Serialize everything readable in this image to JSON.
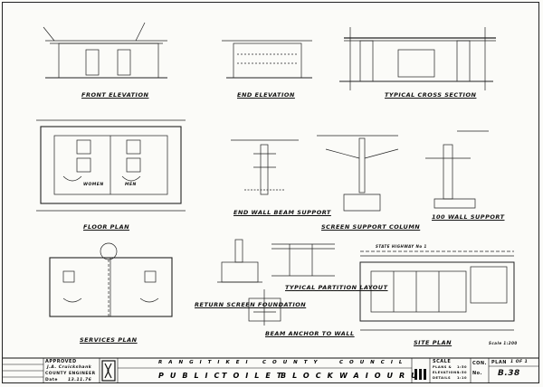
{
  "views": {
    "front_elevation": "FRONT ELEVATION",
    "end_elevation": "END ELEVATION",
    "typical_cross_section": "TYPICAL CROSS SECTION",
    "floor_plan": "FLOOR PLAN",
    "end_wall_beam_support": "END WALL BEAM SUPPORT",
    "screen_support_column": "SCREEN SUPPORT COLUMN",
    "wall_support": "100 WALL SUPPORT",
    "services_plan": "SERVICES PLAN",
    "return_screen_foundation": "RETURN SCREEN FOUNDATION",
    "typical_partition_layout": "TYPICAL PARTITION LAYOUT",
    "beam_anchor_to_wall": "BEAM ANCHOR TO WALL",
    "site_plan": "SITE PLAN"
  },
  "plan_labels": {
    "women": "WOMEN",
    "men": "MEN",
    "state_highway": "STATE HIGHWAY No 1",
    "site_scale": "Scale 1:200"
  },
  "title_block": {
    "approved": "APPROVED",
    "signature": "J.A. Cruickshank",
    "county_engineer": "COUNTY ENGINEER",
    "date_label": "Date",
    "date": "13.11.76",
    "council_line": [
      "RANGITIKEI",
      "COUNTY",
      "COUNCIL"
    ],
    "title_line": [
      "PUBLIC",
      "TOILET",
      "BLOCK",
      "WAIOURU"
    ],
    "scale_label": "SCALE",
    "scale_rows": [
      {
        "item": "PLANS &",
        "value": "1:50"
      },
      {
        "item": "ELEVATIONS",
        "value": "1:50"
      },
      {
        "item": "DETAILS",
        "value": "1:10"
      }
    ],
    "con_label": "CON.",
    "no_label": "No.",
    "plan_label": "PLAN",
    "plan_of": "1 OF 1",
    "plan_number": "B.38"
  },
  "colors": {
    "ink": "#111111",
    "paper": "#fbfbf8"
  }
}
